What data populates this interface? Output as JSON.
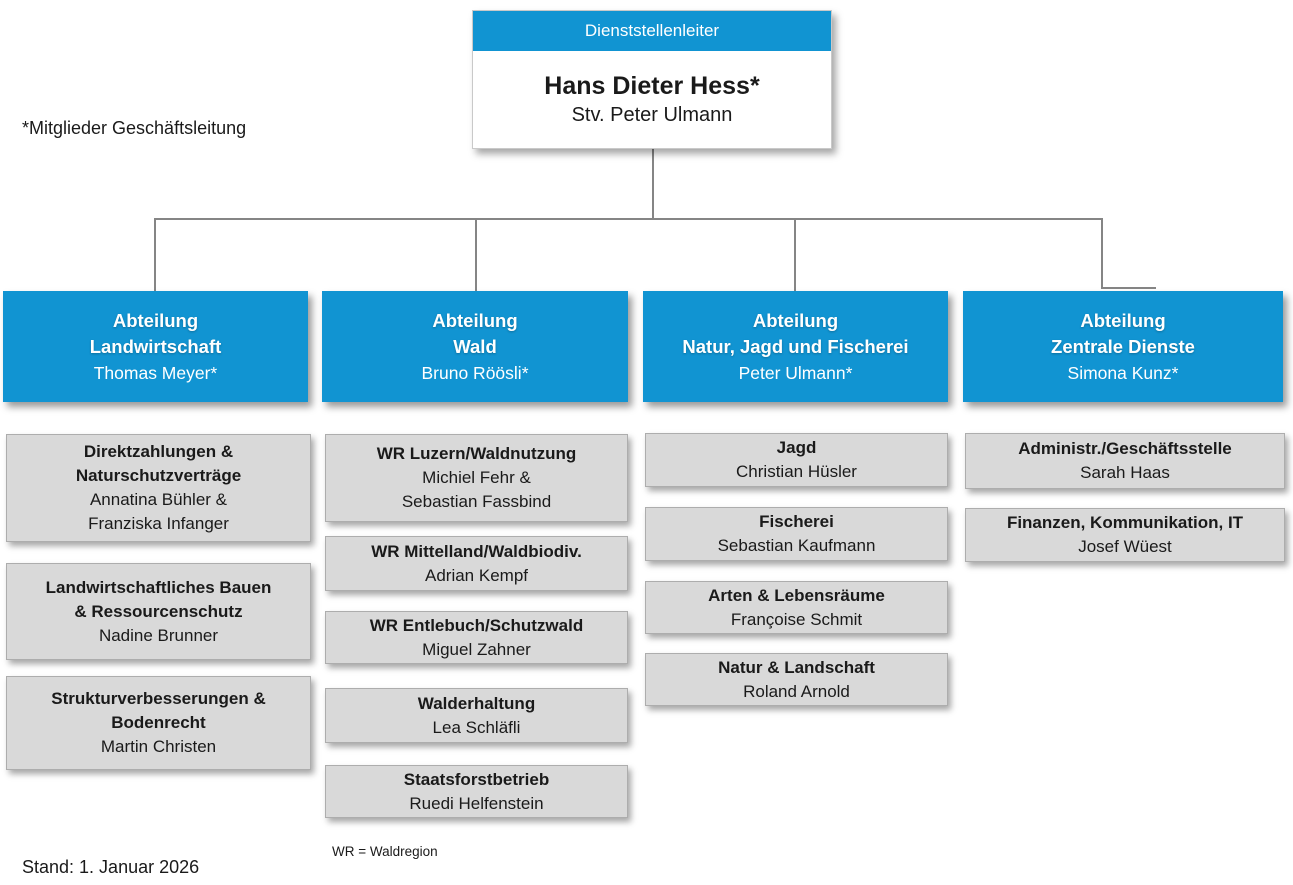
{
  "page": {
    "note_members": "*Mitglieder Geschäftsleitung",
    "legend_wr": "WR = Waldregion",
    "status_date": "Stand: 1. Januar 2026"
  },
  "colors": {
    "primary_blue": "#1194d2",
    "unit_gray": "#d9d9d9",
    "connector_gray": "#858585"
  },
  "root": {
    "role_label": "Dienststellenleiter",
    "name": "Hans Dieter Hess*",
    "deputy": "Stv. Peter Ulmann"
  },
  "departments": [
    {
      "title": "Abteilung\nLandwirtschaft",
      "head": "Thomas Meyer*",
      "units": [
        {
          "title": "Direktzahlungen &\nNaturschutzverträge",
          "staff": "Annatina Bühler &\nFranziska Infanger"
        },
        {
          "title": "Landwirtschaftliches Bauen\n& Ressourcenschutz",
          "staff": "Nadine Brunner"
        },
        {
          "title": "Strukturverbesserungen &\nBodenrecht",
          "staff": "Martin Christen"
        }
      ]
    },
    {
      "title": "Abteilung\nWald",
      "head": "Bruno Röösli*",
      "units": [
        {
          "title": "WR Luzern/Waldnutzung",
          "staff": "Michiel Fehr &\nSebastian Fassbind"
        },
        {
          "title": "WR Mittelland/Waldbiodiv.",
          "staff": "Adrian Kempf"
        },
        {
          "title": "WR Entlebuch/Schutzwald",
          "staff": "Miguel Zahner"
        },
        {
          "title": "Walderhaltung",
          "staff": "Lea Schläfli"
        },
        {
          "title": "Staatsforstbetrieb",
          "staff": "Ruedi Helfenstein"
        }
      ]
    },
    {
      "title": "Abteilung\nNatur, Jagd und Fischerei",
      "head": "Peter Ulmann*",
      "units": [
        {
          "title": "Jagd",
          "staff": "Christian Hüsler"
        },
        {
          "title": "Fischerei",
          "staff": "Sebastian Kaufmann"
        },
        {
          "title": "Arten & Lebensräume",
          "staff": "Françoise Schmit"
        },
        {
          "title": "Natur & Landschaft",
          "staff": "Roland Arnold"
        }
      ]
    },
    {
      "title": "Abteilung\nZentrale Dienste",
      "head": "Simona Kunz*",
      "units": [
        {
          "title": "Administr./Geschäftsstelle",
          "staff": "Sarah Haas"
        },
        {
          "title": "Finanzen, Kommunikation, IT",
          "staff": "Josef Wüest"
        }
      ]
    }
  ]
}
